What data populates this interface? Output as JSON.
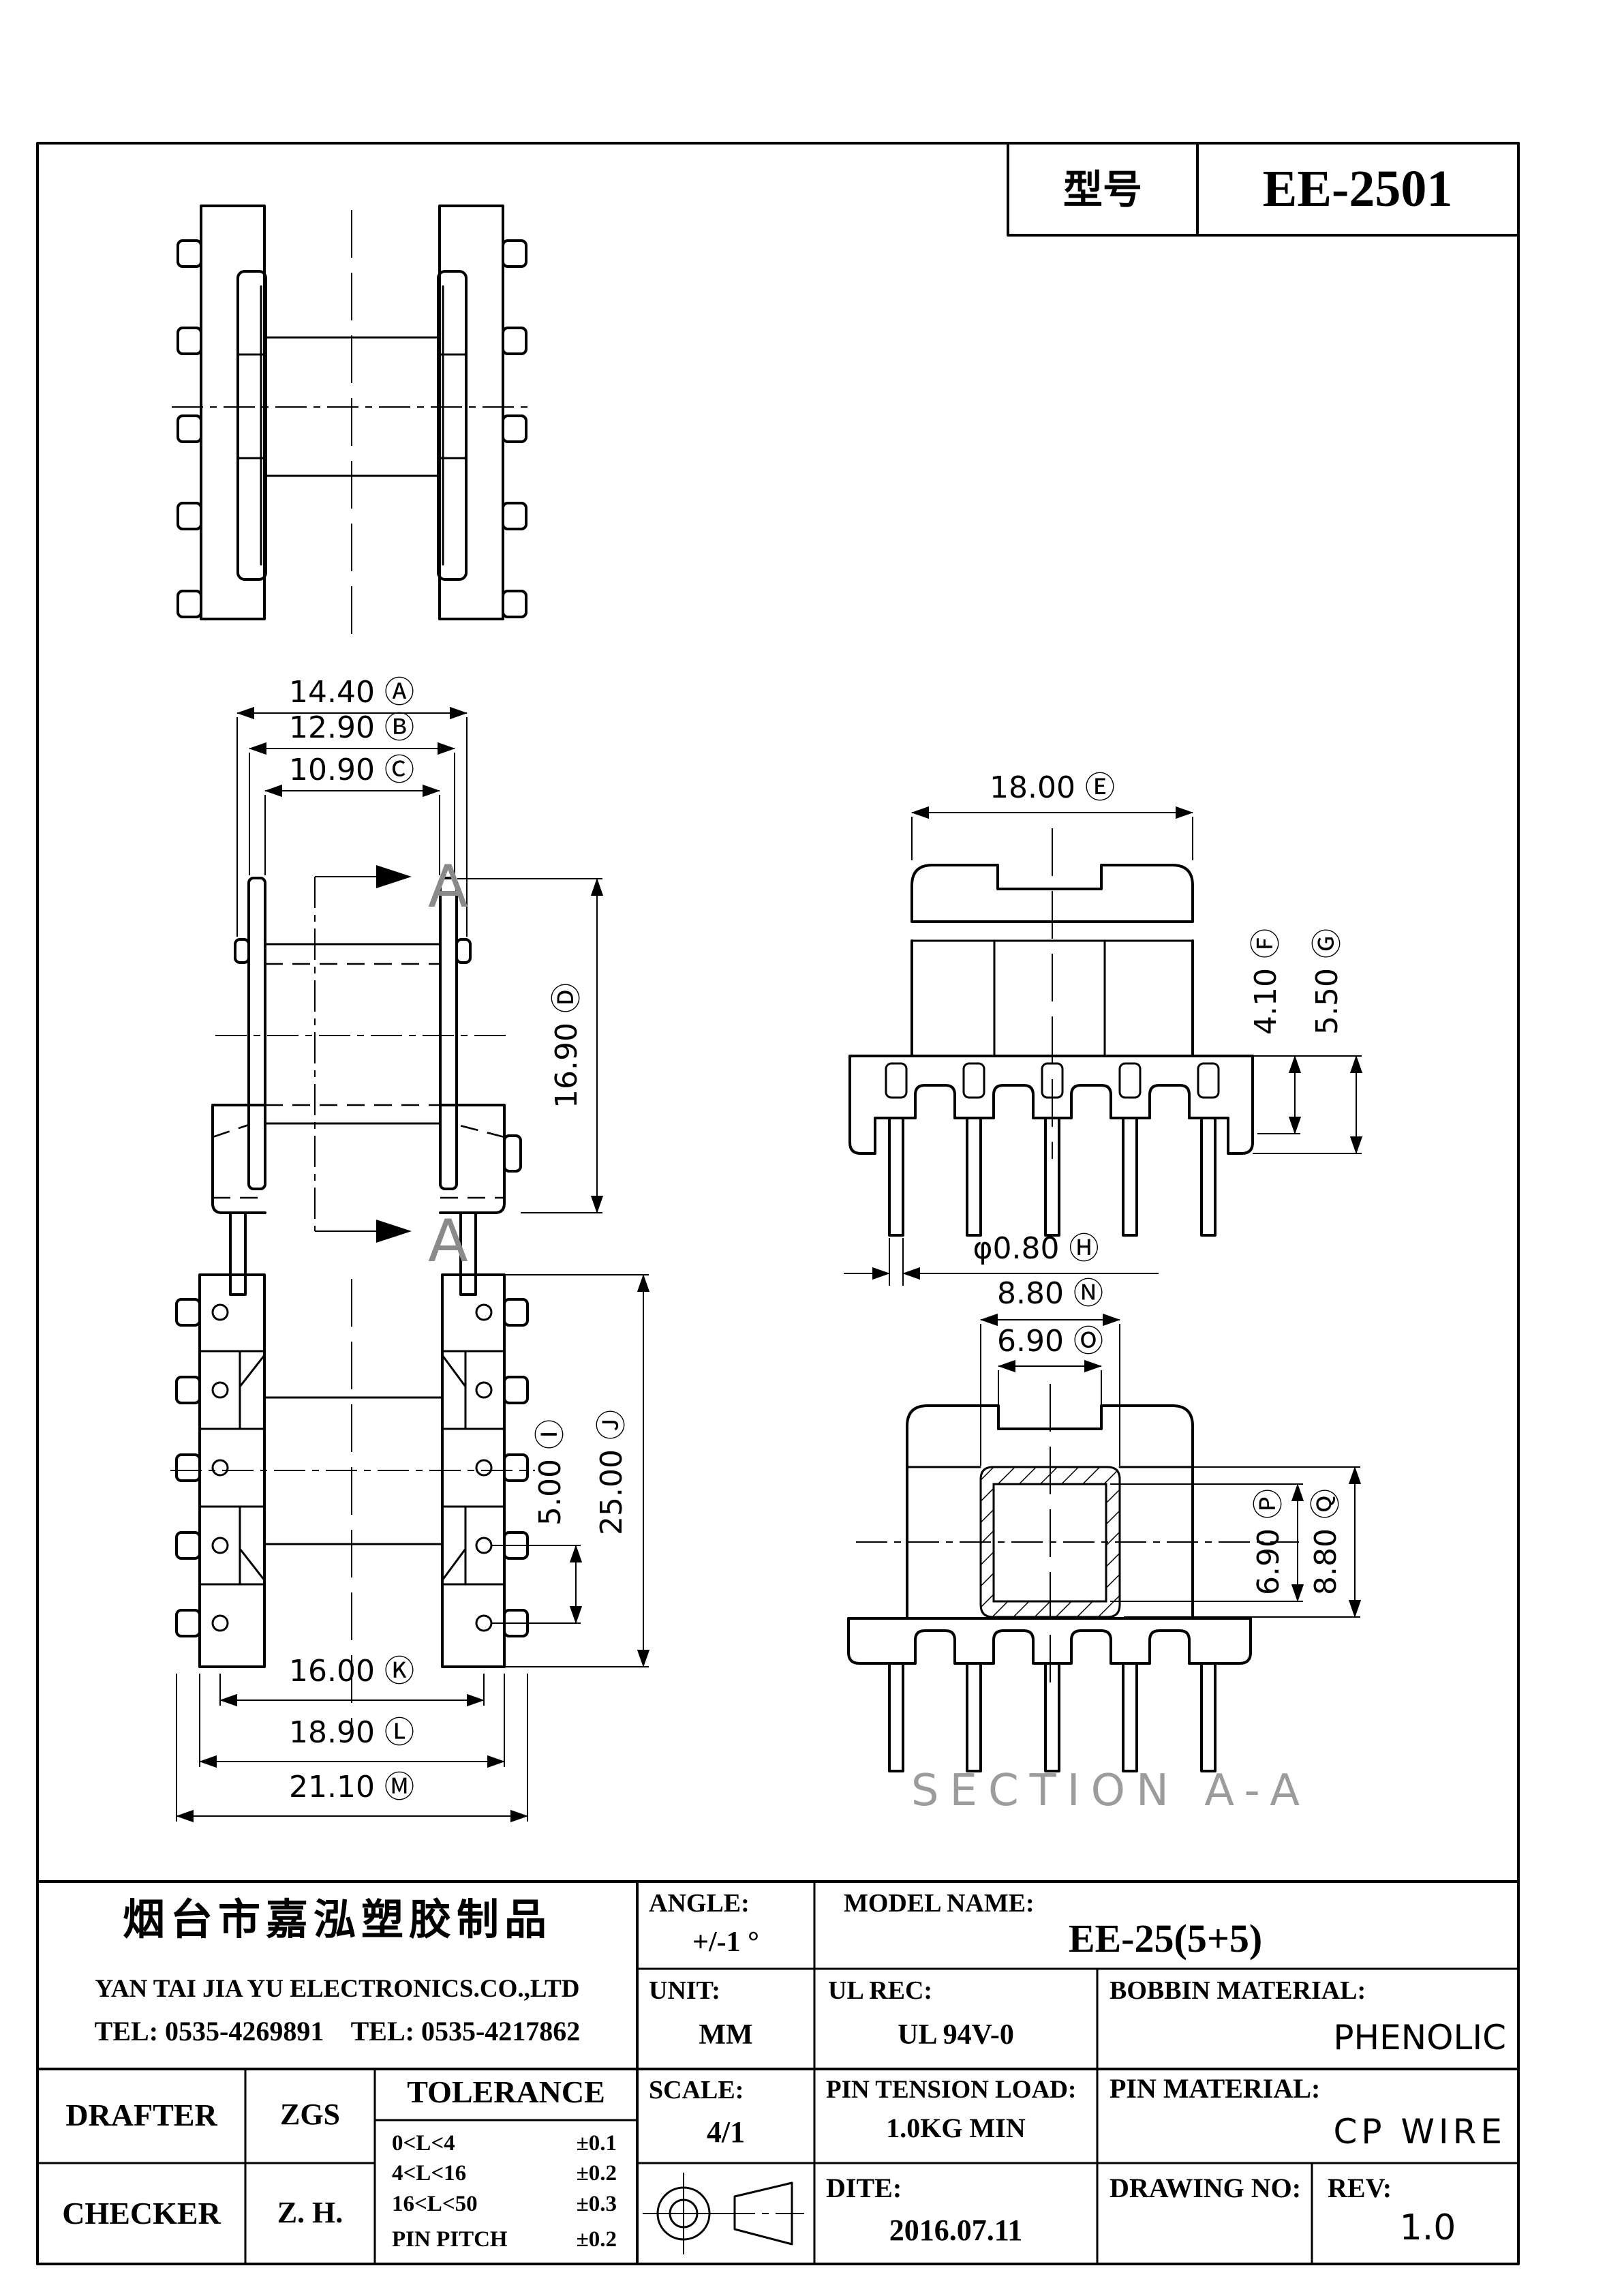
{
  "sheet": {
    "model_label": "型号",
    "model_value": "EE-2501"
  },
  "dims": {
    "a": "14.40 Ⓐ",
    "b": "12.90 Ⓑ",
    "c": "10.90 Ⓒ",
    "d": "16.90 Ⓓ",
    "e": "18.00 Ⓔ",
    "f": "4.10 Ⓕ",
    "g": "5.50 Ⓖ",
    "h": "φ0.80 Ⓗ",
    "i": "5.00 Ⓘ",
    "j": "25.00 Ⓙ",
    "k": "16.00 Ⓚ",
    "l": "18.90 Ⓛ",
    "m": "21.10 Ⓜ",
    "n": "8.80 Ⓝ",
    "o": "6.90 Ⓞ",
    "p": "6.90 Ⓟ",
    "q": "8.80 Ⓠ"
  },
  "section": {
    "label": "SECTION A-A",
    "arrow_letter": "A"
  },
  "title_block": {
    "company_cn": "烟台市嘉泓塑胶制品",
    "company_en": "YAN TAI JIA YU ELECTRONICS.CO.,LTD",
    "company_tel": "TEL: 0535-4269891    TEL: 0535-4217862",
    "angle_label": "ANGLE:",
    "angle_value": "+/-1 °",
    "model_label": "MODEL NAME:",
    "model_value": "EE-25(5+5)",
    "unit_label": "UNIT:",
    "unit_value": "MM",
    "ul_label": "UL REC:",
    "ul_value": "UL 94V-0",
    "bobbin_label": "BOBBIN MATERIAL:",
    "bobbin_value": "PHENOLIC",
    "drafter_label": "DRAFTER",
    "drafter_value": "ZGS",
    "checker_label": "CHECKER",
    "checker_value": "Z. H.",
    "tolerance_header": "TOLERANCE",
    "tolerance_rows": [
      {
        "range": "0<L<4",
        "tol": "±0.1"
      },
      {
        "range": "4<L<16",
        "tol": "±0.2"
      },
      {
        "range": "16<L<50",
        "tol": "±0.3"
      },
      {
        "range": "PIN PITCH",
        "tol": "±0.2"
      }
    ],
    "scale_label": "SCALE:",
    "scale_value": "4/1",
    "pin_tension_label": "PIN TENSION LOAD:",
    "pin_tension_value": "1.0KG MIN",
    "pin_material_label": "PIN MATERIAL:",
    "pin_material_value": "CP WIRE",
    "dite_label": "DITE:",
    "dite_value": "2016.07.11",
    "drawing_no_label": "DRAWING NO:",
    "rev_label": "REV:",
    "rev_value": "1.0"
  }
}
